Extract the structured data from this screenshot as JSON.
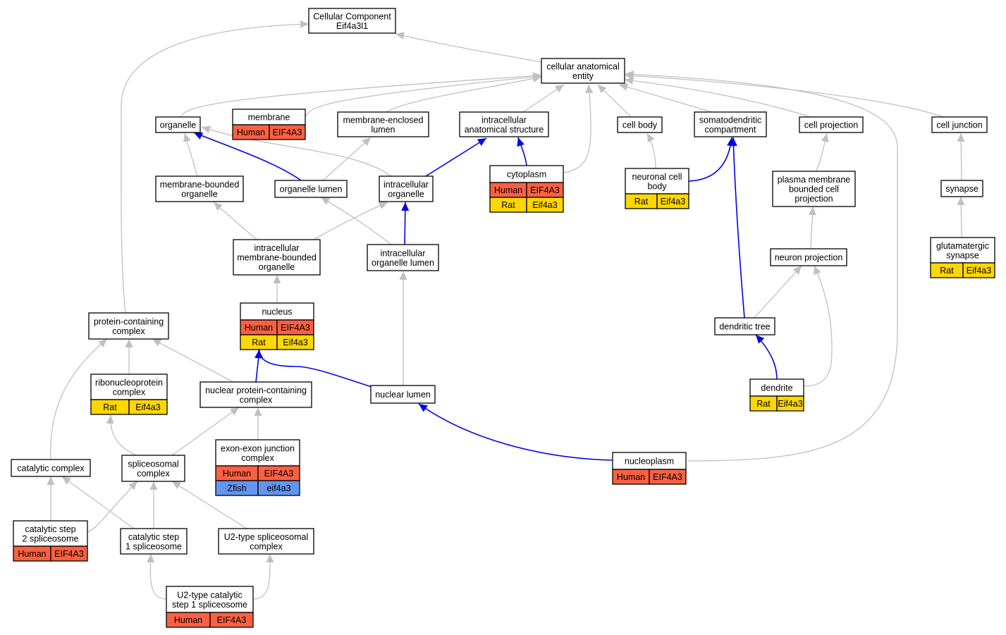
{
  "colors": {
    "human": "#fb6042",
    "rat": "#ffd700",
    "zfish": "#6495ed",
    "edge_grey": "#c0c0c0",
    "edge_blue": "#0000ee"
  },
  "nodes": {
    "root": [
      "Cellular Component",
      "Eif4a3l1"
    ],
    "cae": [
      "cellular anatomical",
      "entity"
    ],
    "organelle": [
      "organelle"
    ],
    "membrane": [
      "membrane"
    ],
    "mel": [
      "membrane-enclosed",
      "lumen"
    ],
    "ias": [
      "intracellular",
      "anatomical structure"
    ],
    "cellbody": [
      "cell body"
    ],
    "sdc": [
      "somatodendritic",
      "compartment"
    ],
    "cellproj": [
      "cell projection"
    ],
    "celljunc": [
      "cell junction"
    ],
    "mbo": [
      "membrane-bounded",
      "organelle"
    ],
    "orglumen": [
      "organelle lumen"
    ],
    "io": [
      "intracellular",
      "organelle"
    ],
    "cyto": [
      "cytoplasm"
    ],
    "ncb": [
      "neuronal cell",
      "body"
    ],
    "pmbcp": [
      "plasma membrane",
      "bounded cell",
      "projection"
    ],
    "synapse": [
      "synapse"
    ],
    "imbo": [
      "intracellular",
      "membrane-bounded",
      "organelle"
    ],
    "iol": [
      "intracellular",
      "organelle lumen"
    ],
    "neuroproj": [
      "neuron projection"
    ],
    "glut": [
      "glutamatergic",
      "synapse"
    ],
    "pcc": [
      "protein-containing",
      "complex"
    ],
    "nucleus": [
      "nucleus"
    ],
    "dtree": [
      "dendritic tree"
    ],
    "rnp": [
      "ribonucleoprotein",
      "complex"
    ],
    "npcc": [
      "nuclear protein-containing",
      "complex"
    ],
    "nlumen": [
      "nuclear lumen"
    ],
    "dendrite": [
      "dendrite"
    ],
    "ejc": [
      "exon-exon junction",
      "complex"
    ],
    "catcomp": [
      "catalytic complex"
    ],
    "splice": [
      "spliceosomal",
      "complex"
    ],
    "nucleoplasm": [
      "nucleoplasm"
    ],
    "cs2": [
      "catalytic step",
      "2 spliceosome"
    ],
    "cs1": [
      "catalytic step",
      "1 spliceosome"
    ],
    "u2": [
      "U2-type spliceosomal",
      "complex"
    ],
    "u2cat": [
      "U2-type catalytic",
      "step 1 spliceosome"
    ]
  },
  "annotations": {
    "membrane": [
      [
        "Human",
        "EIF4A3"
      ]
    ],
    "cyto": [
      [
        "Human",
        "EIF4A3"
      ],
      [
        "Rat",
        "Eif4a3"
      ]
    ],
    "ncb": [
      [
        "Rat",
        "Eif4a3"
      ]
    ],
    "glut": [
      [
        "Rat",
        "Eif4a3"
      ]
    ],
    "nucleus": [
      [
        "Human",
        "EIF4A3"
      ],
      [
        "Rat",
        "Eif4a3"
      ]
    ],
    "rnp": [
      [
        "Rat",
        "Eif4a3"
      ]
    ],
    "dendrite": [
      [
        "Rat",
        "Eif4a3"
      ]
    ],
    "ejc": [
      [
        "Human",
        "EIF4A3"
      ],
      [
        "Zfish",
        "eif4a3"
      ]
    ],
    "nucleoplasm": [
      [
        "Human",
        "EIF4A3"
      ]
    ],
    "cs2": [
      [
        "Human",
        "EIF4A3"
      ]
    ],
    "u2cat": [
      [
        "Human",
        "EIF4A3"
      ]
    ]
  }
}
